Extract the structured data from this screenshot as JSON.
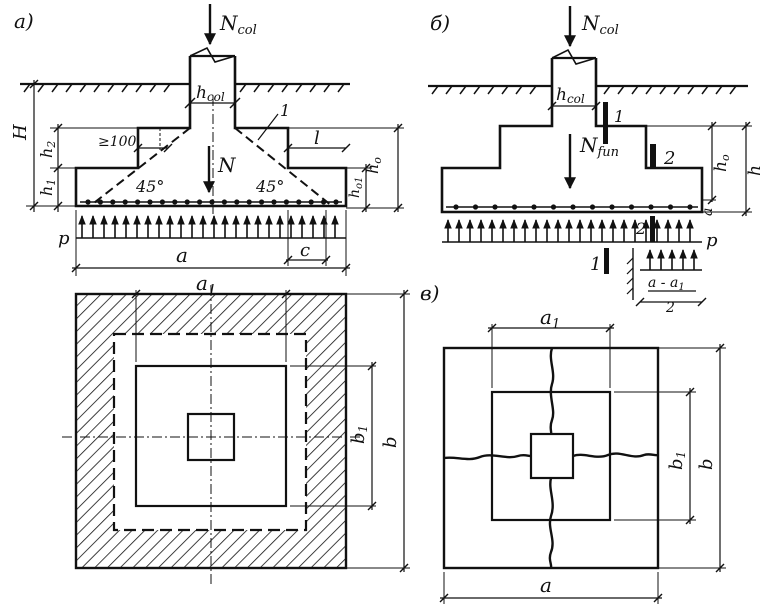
{
  "colors": {
    "ink": "#111111",
    "paper": "#ffffff"
  },
  "panels": {
    "a": {
      "tag": "а)",
      "labels": {
        "n_col": "N",
        "n_col_sub": "col",
        "h_col": "h",
        "h_col_sub": "col",
        "n": "N",
        "angle_left": "45°",
        "angle_right": "45°",
        "min_step": "≥100",
        "callout_1": "1",
        "l": "l",
        "h_0": "h",
        "h_0_sub": "o",
        "h_01": "h",
        "h_01_sub": "o1",
        "h_1": "h",
        "h_1_sub": "1",
        "h_2": "h",
        "h_2_sub": "2",
        "big_h": "H",
        "p": "p",
        "c": "c",
        "a": "a",
        "a_1": "a",
        "a_1_sub": "1",
        "b": "b",
        "b_1": "b",
        "b_1_sub": "1"
      }
    },
    "b": {
      "tag": "б)",
      "labels": {
        "n_col": "N",
        "n_col_sub": "col",
        "h_col": "h",
        "h_col_sub": "col",
        "n_fun": "N",
        "n_fun_sub": "fun",
        "section_1_top": "1",
        "section_2_top": "2",
        "section_2_bottom": "2",
        "section_1_bottom": "1",
        "h_0": "h",
        "h_0_sub": "o",
        "h": "h",
        "a": "a",
        "p": "p",
        "formula_numerator": "a - a",
        "formula_numerator_sub": "1",
        "formula_denominator": "2"
      }
    },
    "c": {
      "tag": "в)",
      "labels": {
        "a_1": "a",
        "a_1_sub": "1",
        "b_1": "b",
        "b_1_sub": "1",
        "b": "b",
        "a": "a"
      }
    }
  }
}
